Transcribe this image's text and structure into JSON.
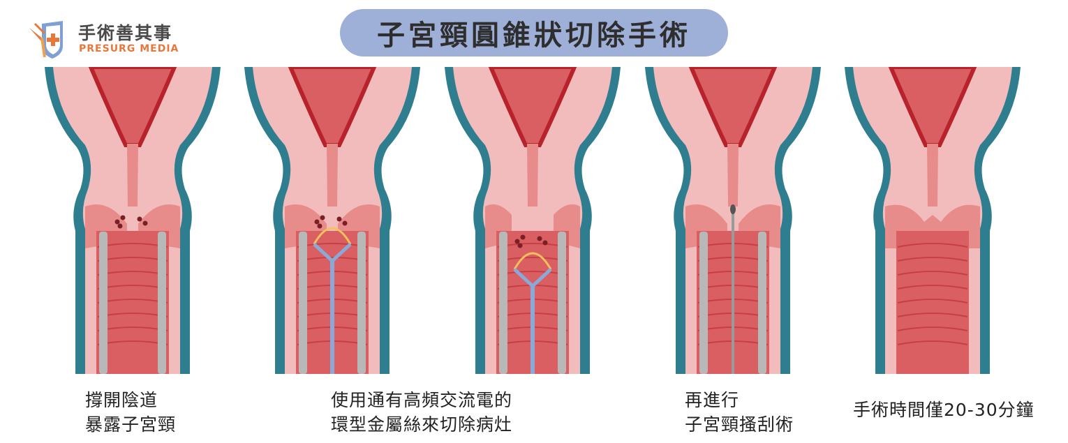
{
  "title": "子宮頸圓錐狀切除手術",
  "logo": {
    "name_cn": "手術善其事",
    "name_en": "PRESURG MEDIA",
    "icon": "scalpel-shield-icon"
  },
  "colors": {
    "title_pill": "#9fb0d8",
    "tissue_light": "#f2bcbc",
    "tissue_mid": "#e88b8b",
    "uterine_cavity": "#d95f63",
    "cavity_outline": "#b8232b",
    "outer_wall": "#2f7e8f",
    "speculum": "#b8b8b8",
    "loop_handle": "#8aa9d6",
    "loop_wire": "#f5c15a",
    "lesion": "#7a1f25"
  },
  "steps": [
    {
      "lines": [
        "撐開陰道",
        "暴露子宮頸"
      ]
    },
    {
      "lines": [
        "使用通有高頻交流電的",
        "環型金屬絲來切除病灶"
      ]
    },
    {
      "lines": [
        "",
        ""
      ]
    },
    {
      "lines": [
        "再進行",
        "子宮頸搔刮術"
      ]
    },
    {
      "lines": [
        "手術時間僅20-30分鐘"
      ]
    }
  ]
}
